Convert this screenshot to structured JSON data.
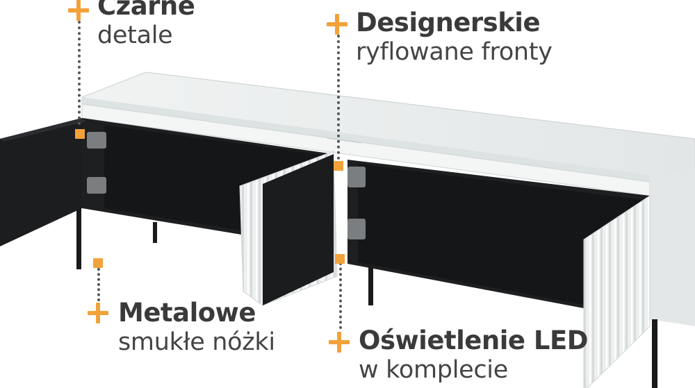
{
  "callouts": {
    "black_details": {
      "title": "Czarne",
      "subtitle": "detale",
      "icon": "plus-icon"
    },
    "designer_fronts": {
      "title": "Designerskie",
      "subtitle": "ryflowane fronty",
      "icon": "plus-icon"
    },
    "metal_legs": {
      "title": "Metalowe",
      "subtitle": "smukłe nóżki",
      "icon": "plus-icon"
    },
    "led_lighting": {
      "title": "Oświetlenie LED",
      "subtitle": "w komplecie",
      "icon": "plus-icon"
    }
  },
  "colors": {
    "accent": "#f2a23a",
    "text": "#3a3a3a",
    "cabinet_white": "#e9ecec",
    "cabinet_black": "#1b1c1e"
  }
}
